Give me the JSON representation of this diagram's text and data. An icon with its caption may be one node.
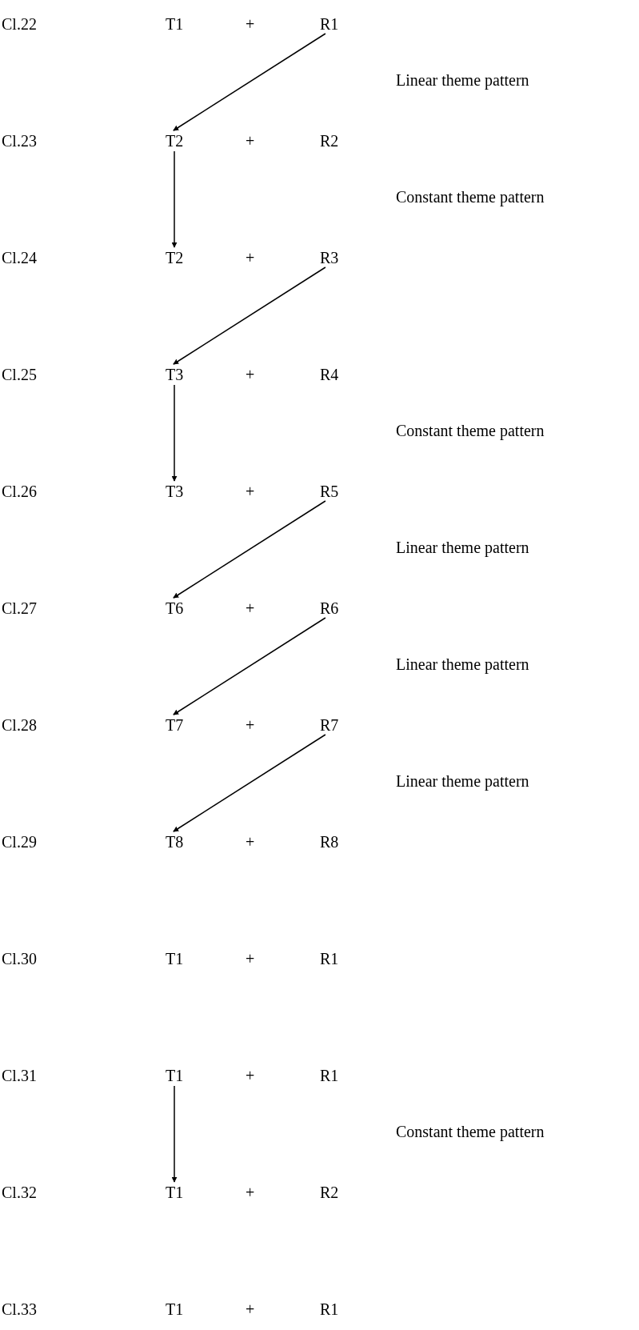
{
  "diagram": {
    "nodes": [
      {
        "text": [
          "T1"
        ]
      },
      {
        "text": [
          "R1"
        ]
      },
      {
        "text": [
          "T2"
        ]
      },
      {
        "text": [
          "R2"
        ]
      },
      {
        "text": [
          "T2"
        ]
      },
      {
        "text": [
          "R3"
        ]
      },
      {
        "text": [
          "T3"
        ]
      },
      {
        "text": [
          "R4"
        ]
      },
      {
        "text": [
          "T3"
        ]
      },
      {
        "text": [
          "R5"
        ]
      },
      {
        "text": [
          "T6"
        ]
      },
      {
        "text": [
          "R6"
        ]
      },
      {
        "text": [
          "T7"
        ]
      },
      {
        "text": [
          "R7"
        ]
      },
      {
        "text": [
          "T8"
        ]
      },
      {
        "text": [
          "R8"
        ]
      },
      {
        "text": [
          "T1"
        ]
      },
      {
        "text": [
          "R1"
        ]
      },
      {
        "text": [
          "T1"
        ]
      },
      {
        "text": [
          "R1"
        ]
      },
      {
        "text": [
          "T1"
        ]
      },
      {
        "text": [
          "R2"
        ]
      },
      {
        "text": [
          "T1"
        ]
      },
      {
        "text": [
          "R1"
        ]
      }
    ],
    "edges": [
      {
        "from": 1,
        "to": 2,
        "arrow": "to"
      },
      {
        "from": 2,
        "to": 4,
        "arrow": "to"
      },
      {
        "from": 5,
        "to": 6,
        "arrow": "to"
      },
      {
        "from": 6,
        "to": 8,
        "arrow": "to"
      },
      {
        "from": 9,
        "to": 10,
        "arrow": "to"
      },
      {
        "from": 11,
        "to": 12,
        "arrow": "to"
      },
      {
        "from": 13,
        "to": 14,
        "arrow": "to"
      },
      {
        "from": 18,
        "to": 20,
        "arrow": "to"
      }
    ],
    "labels": [
      "Cl.22",
      "+",
      "Linear theme pattern",
      "Cl.23",
      "+",
      "Constant theme pattern",
      "Cl.24",
      "+",
      "Cl.25",
      "+",
      "Constant theme pattern",
      "Cl.26",
      "+",
      "Linear theme pattern",
      "Cl.27",
      "+",
      "Linear theme pattern",
      "Cl.28",
      "+",
      "Linear theme pattern",
      "Cl.29",
      "+",
      "Cl.30",
      "+",
      "Cl.31",
      "+",
      "Constant theme pattern",
      "Cl.32",
      "+",
      "Cl.33",
      "+"
    ]
  }
}
